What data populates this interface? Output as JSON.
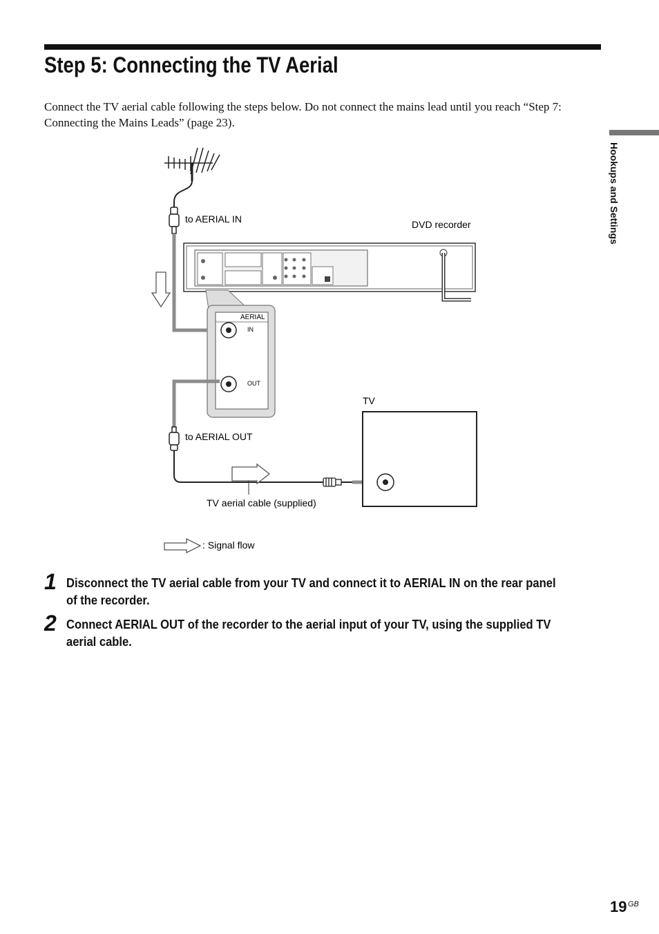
{
  "heading": "Step 5: Connecting the TV Aerial",
  "intro": "Connect the TV aerial cable following the steps below. Do not connect the mains lead until you reach “Step 7: Connecting the Mains Leads” (page 23).",
  "side_tab": "Hookups and Settings",
  "diagram": {
    "label_aerial_in": "to AERIAL IN",
    "label_dvd_recorder": "DVD recorder",
    "label_aerial_panel": "AERIAL",
    "label_in": "IN",
    "label_out": "OUT",
    "label_tv": "TV",
    "label_aerial_out": "to AERIAL OUT",
    "label_cable": "TV aerial cable (supplied)",
    "legend_signal_flow": ": Signal flow"
  },
  "steps": [
    {
      "number": "1",
      "text": "Disconnect the TV aerial cable from your TV and connect it to AERIAL IN on the rear panel of the recorder."
    },
    {
      "number": "2",
      "text": "Connect AERIAL OUT of the recorder to the aerial input of your TV, using the supplied TV aerial cable."
    }
  ],
  "page": {
    "number": "19",
    "suffix": "GB"
  }
}
